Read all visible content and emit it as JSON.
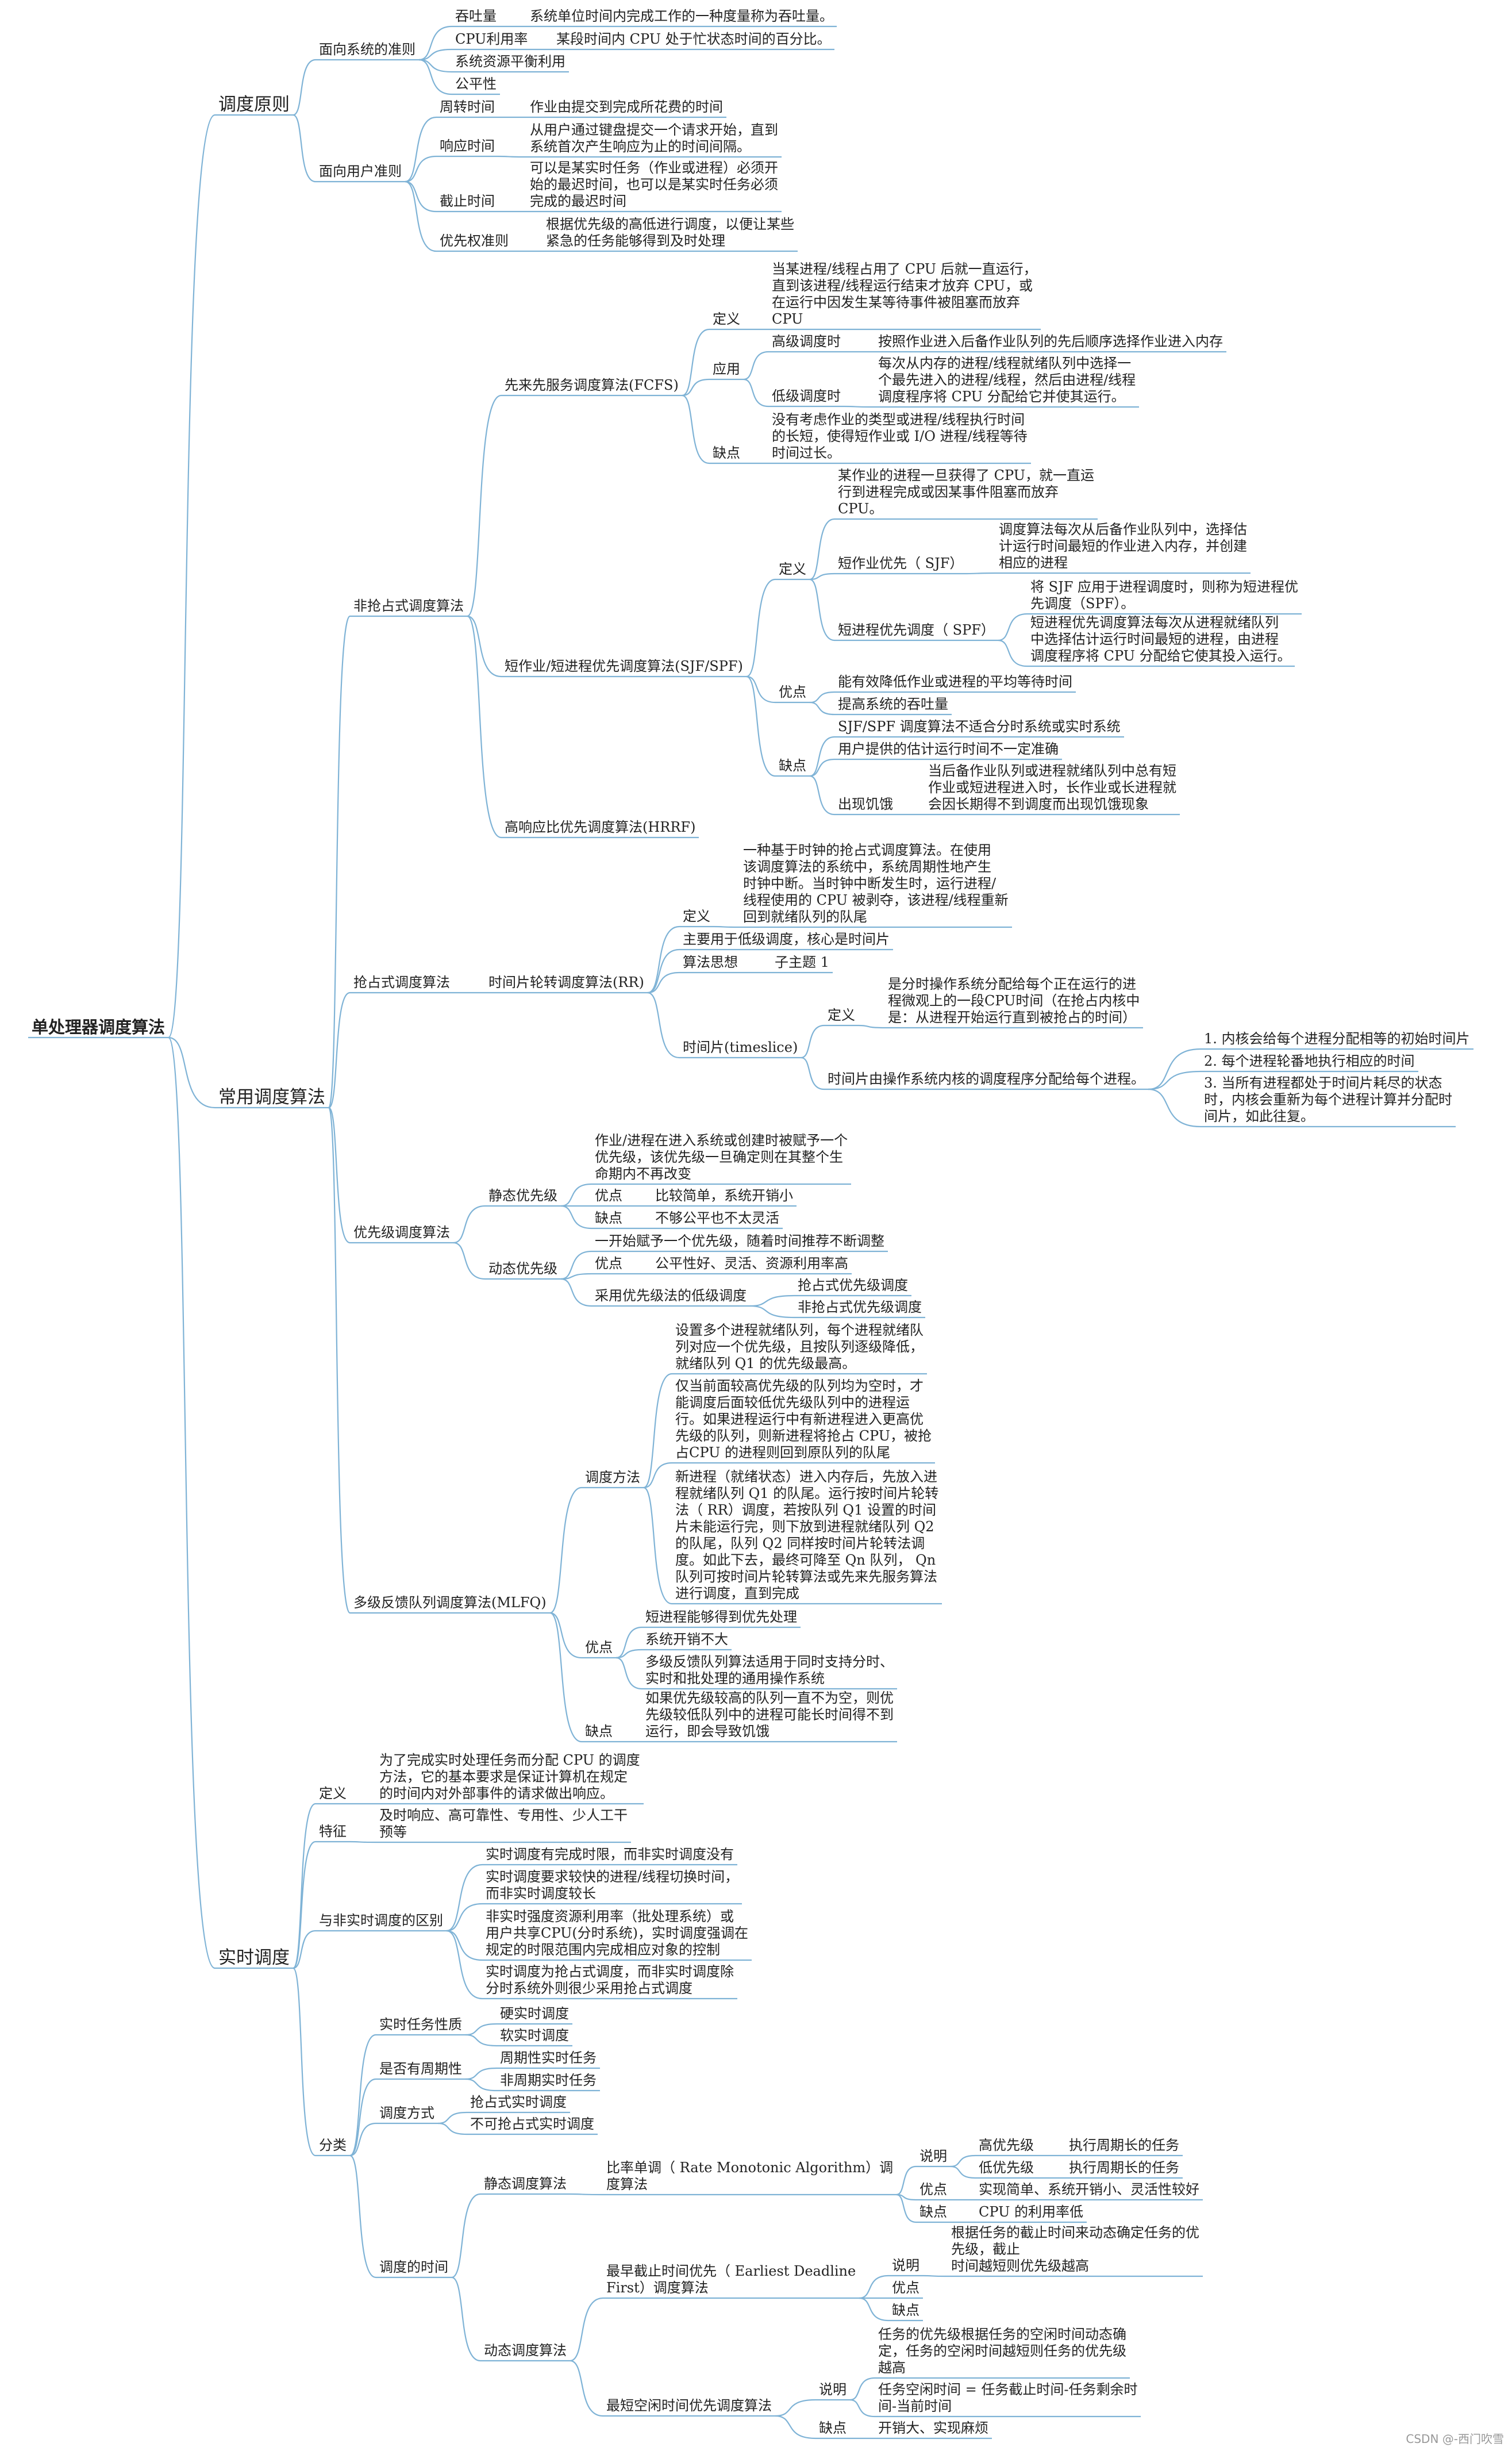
{
  "nodes": [
    {
      "id": "n0",
      "text": "单处理器调度算法"
    },
    {
      "id": "n1",
      "text": "调度原则"
    },
    {
      "id": "n2",
      "text": "常用调度算法"
    },
    {
      "id": "n3",
      "text": "实时调度"
    },
    {
      "id": "a1",
      "text": "面向系统的准则"
    },
    {
      "id": "a2",
      "text": "面向用户准则"
    },
    {
      "id": "a1a",
      "text": "吞吐量"
    },
    {
      "id": "a1a1",
      "text": "系统单位时间内完成工作的一种度量称为吞吐量。"
    },
    {
      "id": "a1b",
      "text": "CPU利用率"
    },
    {
      "id": "a1b1",
      "text": "某段时间内 CPU 处于忙状态时间的百分比。"
    },
    {
      "id": "a1c",
      "text": "系统资源平衡利用"
    },
    {
      "id": "a1d",
      "text": "公平性"
    },
    {
      "id": "a2a",
      "text": "周转时间"
    },
    {
      "id": "a2a1",
      "text": "作业由提交到完成所花费的时间"
    },
    {
      "id": "a2b",
      "text": "响应时间"
    },
    {
      "id": "a2b1",
      "text": "从用户通过键盘提交一个请求开始，直到\n系统首次产生响应为止的时间间隔。"
    },
    {
      "id": "a2c",
      "text": "截止时间"
    },
    {
      "id": "a2c1",
      "text": "可以是某实时任务（作业或进程）必须开\n始的最迟时间，也可以是某实时任务必须\n完成的最迟时间"
    },
    {
      "id": "a2d",
      "text": "优先权准则"
    },
    {
      "id": "a2d1",
      "text": "根据优先级的高低进行调度，以便让某些\n紧急的任务能够得到及时处理"
    },
    {
      "id": "b1",
      "text": "非抢占式调度算法"
    },
    {
      "id": "b2",
      "text": "抢占式调度算法"
    },
    {
      "id": "b3",
      "text": "优先级调度算法"
    },
    {
      "id": "b4",
      "text": "多级反馈队列调度算法(MLFQ)"
    },
    {
      "id": "f",
      "text": "先来先服务调度算法(FCFS)"
    },
    {
      "id": "f1",
      "text": "定义"
    },
    {
      "id": "f1a",
      "text": "当某进程/线程占用了 CPU 后就一直运行，\n直到该进程/线程运行结束才放弃 CPU，或\n在运行中因发生某等待事件被阻塞而放弃\nCPU"
    },
    {
      "id": "f2",
      "text": "应用"
    },
    {
      "id": "f2a",
      "text": "高级调度时"
    },
    {
      "id": "f2a1",
      "text": "按照作业进入后备作业队列的先后顺序选择作业进入内存"
    },
    {
      "id": "f2b",
      "text": "低级调度时"
    },
    {
      "id": "f2b1",
      "text": "每次从内存的进程/线程就绪队列中选择一\n个最先进入的进程/线程，然后由进程/线程\n调度程序将 CPU 分配给它并使其运行。"
    },
    {
      "id": "f3",
      "text": "缺点"
    },
    {
      "id": "f3a",
      "text": "没有考虑作业的类型或进程/线程执行时间\n的长短，使得短作业或 I/O 进程/线程等待\n时间过长。"
    },
    {
      "id": "s",
      "text": "短作业/短进程优先调度算法(SJF/SPF)"
    },
    {
      "id": "s1",
      "text": "定义"
    },
    {
      "id": "s1a",
      "text": "某作业的进程一旦获得了 CPU，就一直运\n行到进程完成或因某事件阻塞而放弃\nCPU。"
    },
    {
      "id": "s1b",
      "text": "短作业优先（ SJF）"
    },
    {
      "id": "s1b1",
      "text": "调度算法每次从后备作业队列中，选择估\n计运行时间最短的作业进入内存，并创建\n相应的进程"
    },
    {
      "id": "s1c",
      "text": "短进程优先调度（ SPF）"
    },
    {
      "id": "s1c1",
      "text": "将 SJF 应用于进程调度时，则称为短进程优\n先调度（SPF）。"
    },
    {
      "id": "s1c2",
      "text": "短进程优先调度算法每次从进程就绪队列\n中选择估计运行时间最短的进程，由进程\n调度程序将 CPU 分配给它使其投入运行。"
    },
    {
      "id": "s2",
      "text": "优点"
    },
    {
      "id": "s2a",
      "text": "能有效降低作业或进程的平均等待时间"
    },
    {
      "id": "s2b",
      "text": "提高系统的吞吐量"
    },
    {
      "id": "s3",
      "text": "缺点"
    },
    {
      "id": "s3a",
      "text": "SJF/SPF 调度算法不适合分时系统或实时系统"
    },
    {
      "id": "s3b",
      "text": "用户提供的估计运行时间不一定准确"
    },
    {
      "id": "s3c",
      "text": "出现饥饿"
    },
    {
      "id": "s3c1",
      "text": "当后备作业队列或进程就绪队列中总有短\n作业或短进程进入时，长作业或长进程就\n会因长期得不到调度而出现饥饿现象"
    },
    {
      "id": "h",
      "text": "高响应比优先调度算法(HRRF)"
    },
    {
      "id": "r",
      "text": "时间片轮转调度算法(RR)"
    },
    {
      "id": "r1",
      "text": "定义"
    },
    {
      "id": "r1a",
      "text": "一种基于时钟的抢占式调度算法。在使用\n该调度算法的系统中，系统周期性地产生\n时钟中断。当时钟中断发生时，运行进程/\n线程使用的 CPU 被剥夺，该进程/线程重新\n回到就绪队列的队尾"
    },
    {
      "id": "r2",
      "text": "主要用于低级调度，核心是时间片"
    },
    {
      "id": "r3",
      "text": "算法思想"
    },
    {
      "id": "r3a",
      "text": "子主题 1"
    },
    {
      "id": "r4",
      "text": "时间片(timeslice)"
    },
    {
      "id": "r4a",
      "text": "定义"
    },
    {
      "id": "r4a1",
      "text": "是分时操作系统分配给每个正在运行的进\n程微观上的一段CPU时间（在抢占内核中\n是：从进程开始运行直到被抢占的时间）"
    },
    {
      "id": "r4b",
      "text": "时间片由操作系统内核的调度程序分配给每个进程。"
    },
    {
      "id": "r4b1",
      "text": "1. 内核会给每个进程分配相等的初始时间片"
    },
    {
      "id": "r4b2",
      "text": "2. 每个进程轮番地执行相应的时间"
    },
    {
      "id": "r4b3",
      "text": "3. 当所有进程都处于时间片耗尽的状态\n时，内核会重新为每个进程计算并分配时\n间片，如此往复。"
    },
    {
      "id": "p1",
      "text": "静态优先级"
    },
    {
      "id": "p1a",
      "text": "作业/进程在进入系统或创建时被赋予一个\n优先级，该优先级一旦确定则在其整个生\n命期内不再改变"
    },
    {
      "id": "p1b",
      "text": "优点"
    },
    {
      "id": "p1b1",
      "text": "比较简单，系统开销小"
    },
    {
      "id": "p1c",
      "text": "缺点"
    },
    {
      "id": "p1c1",
      "text": "不够公平也不太灵活"
    },
    {
      "id": "p2",
      "text": "动态优先级"
    },
    {
      "id": "p2a",
      "text": "一开始赋予一个优先级，随着时间推荐不断调整"
    },
    {
      "id": "p2b",
      "text": "优点"
    },
    {
      "id": "p2b1",
      "text": "公平性好、灵活、资源利用率高"
    },
    {
      "id": "p2c",
      "text": "采用优先级法的低级调度"
    },
    {
      "id": "p2c1",
      "text": "抢占式优先级调度"
    },
    {
      "id": "p2c2",
      "text": "非抢占式优先级调度"
    },
    {
      "id": "m1",
      "text": "调度方法"
    },
    {
      "id": "m1a",
      "text": "设置多个进程就绪队列，每个进程就绪队\n列对应一个优先级，且按队列逐级降低，\n就绪队列 Q1 的优先级最高。"
    },
    {
      "id": "m1b",
      "text": "仅当前面较高优先级的队列均为空时，才\n能调度后面较低优先级队列中的进程运\n行。如果进程运行中有新进程进入更高优\n先级的队列，则新进程将抢占 CPU，被抢\n占CPU 的进程则回到原队列的队尾"
    },
    {
      "id": "m1c",
      "text": "新进程（就绪状态）进入内存后，先放入进\n程就绪队列 Q1 的队尾。运行按时间片轮转\n法（ RR）调度，若按队列 Q1 设置的时间\n片未能运行完，则下放到进程就绪队列 Q2\n的队尾，队列 Q2 同样按时间片轮转法调\n度。如此下去，最终可降至 Qn 队列， Qn\n队列可按时间片轮转算法或先来先服务算法\n进行调度，直到完成"
    },
    {
      "id": "m2",
      "text": "优点"
    },
    {
      "id": "m2a",
      "text": "短进程能够得到优先处理"
    },
    {
      "id": "m2b",
      "text": "系统开销不大"
    },
    {
      "id": "m2c",
      "text": "多级反馈队列算法适用于同时支持分时、\n实时和批处理的通用操作系统"
    },
    {
      "id": "m3",
      "text": "缺点"
    },
    {
      "id": "m3a",
      "text": "如果优先级较高的队列一直不为空，则优\n先级较低队列中的进程可能长时间得不到\n运行，即会导致饥饿"
    },
    {
      "id": "c1",
      "text": "定义"
    },
    {
      "id": "c1a",
      "text": "为了完成实时处理任务而分配 CPU 的调度\n方法，它的基本要求是保证计算机在规定\n的时间内对外部事件的请求做出响应。"
    },
    {
      "id": "c2",
      "text": "特征"
    },
    {
      "id": "c2a",
      "text": "及时响应、高可靠性、专用性、少人工干\n预等"
    },
    {
      "id": "c3",
      "text": "与非实时调度的区别"
    },
    {
      "id": "c3a",
      "text": "实时调度有完成时限，而非实时调度没有"
    },
    {
      "id": "c3b",
      "text": "实时调度要求较快的进程/线程切换时间，\n而非实时调度较长"
    },
    {
      "id": "c3c",
      "text": "非实时强度资源利用率（批处理系统）或\n用户共享CPU(分时系统)，实时调度强调在\n规定的时限范围内完成相应对象的控制"
    },
    {
      "id": "c3d",
      "text": "实时调度为抢占式调度，而非实时调度除\n分时系统外则很少采用抢占式调度"
    },
    {
      "id": "c4",
      "text": "分类"
    },
    {
      "id": "c4a",
      "text": "实时任务性质"
    },
    {
      "id": "c4a1",
      "text": "硬实时调度"
    },
    {
      "id": "c4a2",
      "text": "软实时调度"
    },
    {
      "id": "c4b",
      "text": "是否有周期性"
    },
    {
      "id": "c4b1",
      "text": "周期性实时任务"
    },
    {
      "id": "c4b2",
      "text": "非周期实时任务"
    },
    {
      "id": "c4c",
      "text": "调度方式"
    },
    {
      "id": "c4c1",
      "text": "抢占式实时调度"
    },
    {
      "id": "c4c2",
      "text": "不可抢占式实时调度"
    },
    {
      "id": "c4d",
      "text": "调度的时间"
    },
    {
      "id": "c5",
      "text": "静态调度算法"
    },
    {
      "id": "c5a",
      "text": "比率单调（ Rate Monotonic Algorithm）调\n度算法"
    },
    {
      "id": "c5a1",
      "text": "说明"
    },
    {
      "id": "c5a1a",
      "text": "高优先级"
    },
    {
      "id": "c5a1a1",
      "text": "执行周期长的任务"
    },
    {
      "id": "c5a1b",
      "text": "低优先级"
    },
    {
      "id": "c5a1b1",
      "text": "执行周期长的任务"
    },
    {
      "id": "c5a2",
      "text": "优点"
    },
    {
      "id": "c5a2a",
      "text": "实现简单、系统开销小、灵活性较好"
    },
    {
      "id": "c5a3",
      "text": "缺点"
    },
    {
      "id": "c5a3a",
      "text": "CPU 的利用率低"
    },
    {
      "id": "c6",
      "text": "动态调度算法"
    },
    {
      "id": "c6a",
      "text": "最早截止时间优先（ Earliest Deadline\nFirst）调度算法"
    },
    {
      "id": "c6a1",
      "text": "说明"
    },
    {
      "id": "c6a1a",
      "text": "根据任务的截止时间来动态确定任务的优\n先级，截止\n时间越短则优先级越高"
    },
    {
      "id": "c6a2",
      "text": "优点"
    },
    {
      "id": "c6a3",
      "text": "缺点"
    },
    {
      "id": "c6b",
      "text": "最短空闲时间优先调度算法"
    },
    {
      "id": "c6b1",
      "text": "说明"
    },
    {
      "id": "c6b1a",
      "text": "任务的优先级根据任务的空闲时间动态确\n定，任务的空闲时间越短则任务的优先级\n越高"
    },
    {
      "id": "c6b1b",
      "text": "任务空闲时间 = 任务截止时间-任务剩余时\n间-当前时间"
    },
    {
      "id": "c6b2",
      "text": "缺点"
    },
    {
      "id": "c6b2a",
      "text": "开销大、实现麻烦"
    }
  ],
  "edges": [
    [
      "n0",
      "n1"
    ],
    [
      "n0",
      "n2"
    ],
    [
      "n0",
      "n3"
    ],
    [
      "n1",
      "a1"
    ],
    [
      "n1",
      "a2"
    ],
    [
      "a1",
      "a1a"
    ],
    [
      "a1a",
      "a1a1"
    ],
    [
      "a1",
      "a1b"
    ],
    [
      "a1b",
      "a1b1"
    ],
    [
      "a1",
      "a1c"
    ],
    [
      "a1",
      "a1d"
    ],
    [
      "a2",
      "a2a"
    ],
    [
      "a2a",
      "a2a1"
    ],
    [
      "a2",
      "a2b"
    ],
    [
      "a2b",
      "a2b1"
    ],
    [
      "a2",
      "a2c"
    ],
    [
      "a2c",
      "a2c1"
    ],
    [
      "a2",
      "a2d"
    ],
    [
      "a2d",
      "a2d1"
    ],
    [
      "n2",
      "b1"
    ],
    [
      "n2",
      "b2"
    ],
    [
      "n2",
      "b3"
    ],
    [
      "n2",
      "b4"
    ],
    [
      "b1",
      "f"
    ],
    [
      "b1",
      "s"
    ],
    [
      "b1",
      "h"
    ],
    [
      "f",
      "f1"
    ],
    [
      "f1",
      "f1a"
    ],
    [
      "f",
      "f2"
    ],
    [
      "f2",
      "f2a"
    ],
    [
      "f2a",
      "f2a1"
    ],
    [
      "f2",
      "f2b"
    ],
    [
      "f2b",
      "f2b1"
    ],
    [
      "f",
      "f3"
    ],
    [
      "f3",
      "f3a"
    ],
    [
      "s",
      "s1"
    ],
    [
      "s1",
      "s1a"
    ],
    [
      "s1",
      "s1b"
    ],
    [
      "s1b",
      "s1b1"
    ],
    [
      "s1",
      "s1c"
    ],
    [
      "s1c",
      "s1c1"
    ],
    [
      "s1c",
      "s1c2"
    ],
    [
      "s",
      "s2"
    ],
    [
      "s2",
      "s2a"
    ],
    [
      "s2",
      "s2b"
    ],
    [
      "s",
      "s3"
    ],
    [
      "s3",
      "s3a"
    ],
    [
      "s3",
      "s3b"
    ],
    [
      "s3",
      "s3c"
    ],
    [
      "s3c",
      "s3c1"
    ],
    [
      "b2",
      "r"
    ],
    [
      "r",
      "r1"
    ],
    [
      "r1",
      "r1a"
    ],
    [
      "r",
      "r2"
    ],
    [
      "r",
      "r3"
    ],
    [
      "r3",
      "r3a"
    ],
    [
      "r",
      "r4"
    ],
    [
      "r4",
      "r4a"
    ],
    [
      "r4a",
      "r4a1"
    ],
    [
      "r4",
      "r4b"
    ],
    [
      "r4b",
      "r4b1"
    ],
    [
      "r4b",
      "r4b2"
    ],
    [
      "r4b",
      "r4b3"
    ],
    [
      "b3",
      "p1"
    ],
    [
      "p1",
      "p1a"
    ],
    [
      "p1",
      "p1b"
    ],
    [
      "p1b",
      "p1b1"
    ],
    [
      "p1",
      "p1c"
    ],
    [
      "p1c",
      "p1c1"
    ],
    [
      "b3",
      "p2"
    ],
    [
      "p2",
      "p2a"
    ],
    [
      "p2",
      "p2b"
    ],
    [
      "p2b",
      "p2b1"
    ],
    [
      "p2",
      "p2c"
    ],
    [
      "p2c",
      "p2c1"
    ],
    [
      "p2c",
      "p2c2"
    ],
    [
      "b4",
      "m1"
    ],
    [
      "m1",
      "m1a"
    ],
    [
      "m1",
      "m1b"
    ],
    [
      "m1",
      "m1c"
    ],
    [
      "b4",
      "m2"
    ],
    [
      "m2",
      "m2a"
    ],
    [
      "m2",
      "m2b"
    ],
    [
      "m2",
      "m2c"
    ],
    [
      "b4",
      "m3"
    ],
    [
      "m3",
      "m3a"
    ],
    [
      "n3",
      "c1"
    ],
    [
      "c1",
      "c1a"
    ],
    [
      "n3",
      "c2"
    ],
    [
      "c2",
      "c2a"
    ],
    [
      "n3",
      "c3"
    ],
    [
      "c3",
      "c3a"
    ],
    [
      "c3",
      "c3b"
    ],
    [
      "c3",
      "c3c"
    ],
    [
      "c3",
      "c3d"
    ],
    [
      "n3",
      "c4"
    ],
    [
      "c4",
      "c4a"
    ],
    [
      "c4a",
      "c4a1"
    ],
    [
      "c4a",
      "c4a2"
    ],
    [
      "c4",
      "c4b"
    ],
    [
      "c4b",
      "c4b1"
    ],
    [
      "c4b",
      "c4b2"
    ],
    [
      "c4",
      "c4c"
    ],
    [
      "c4c",
      "c4c1"
    ],
    [
      "c4c",
      "c4c2"
    ],
    [
      "c4",
      "c4d"
    ],
    [
      "c4d",
      "c5"
    ],
    [
      "c5",
      "c5a"
    ],
    [
      "c5a",
      "c5a1"
    ],
    [
      "c5a1",
      "c5a1a"
    ],
    [
      "c5a1a",
      "c5a1a1"
    ],
    [
      "c5a1",
      "c5a1b"
    ],
    [
      "c5a1b",
      "c5a1b1"
    ],
    [
      "c5a",
      "c5a2"
    ],
    [
      "c5a2",
      "c5a2a"
    ],
    [
      "c5a",
      "c5a3"
    ],
    [
      "c5a3",
      "c5a3a"
    ],
    [
      "c4d",
      "c6"
    ],
    [
      "c6",
      "c6a"
    ],
    [
      "c6a",
      "c6a1"
    ],
    [
      "c6a1",
      "c6a1a"
    ],
    [
      "c6a",
      "c6a2"
    ],
    [
      "c6a",
      "c6a3"
    ],
    [
      "c6",
      "c6b"
    ],
    [
      "c6b",
      "c6b1"
    ],
    [
      "c6b1",
      "c6b1a"
    ],
    [
      "c6b1",
      "c6b1b"
    ],
    [
      "c6b",
      "c6b2"
    ],
    [
      "c6b2",
      "c6b2a"
    ]
  ],
  "watermark": "CSDN @-西门吹雪",
  "colors": {
    "line": "#7fb3d6",
    "text": "#222222"
  }
}
